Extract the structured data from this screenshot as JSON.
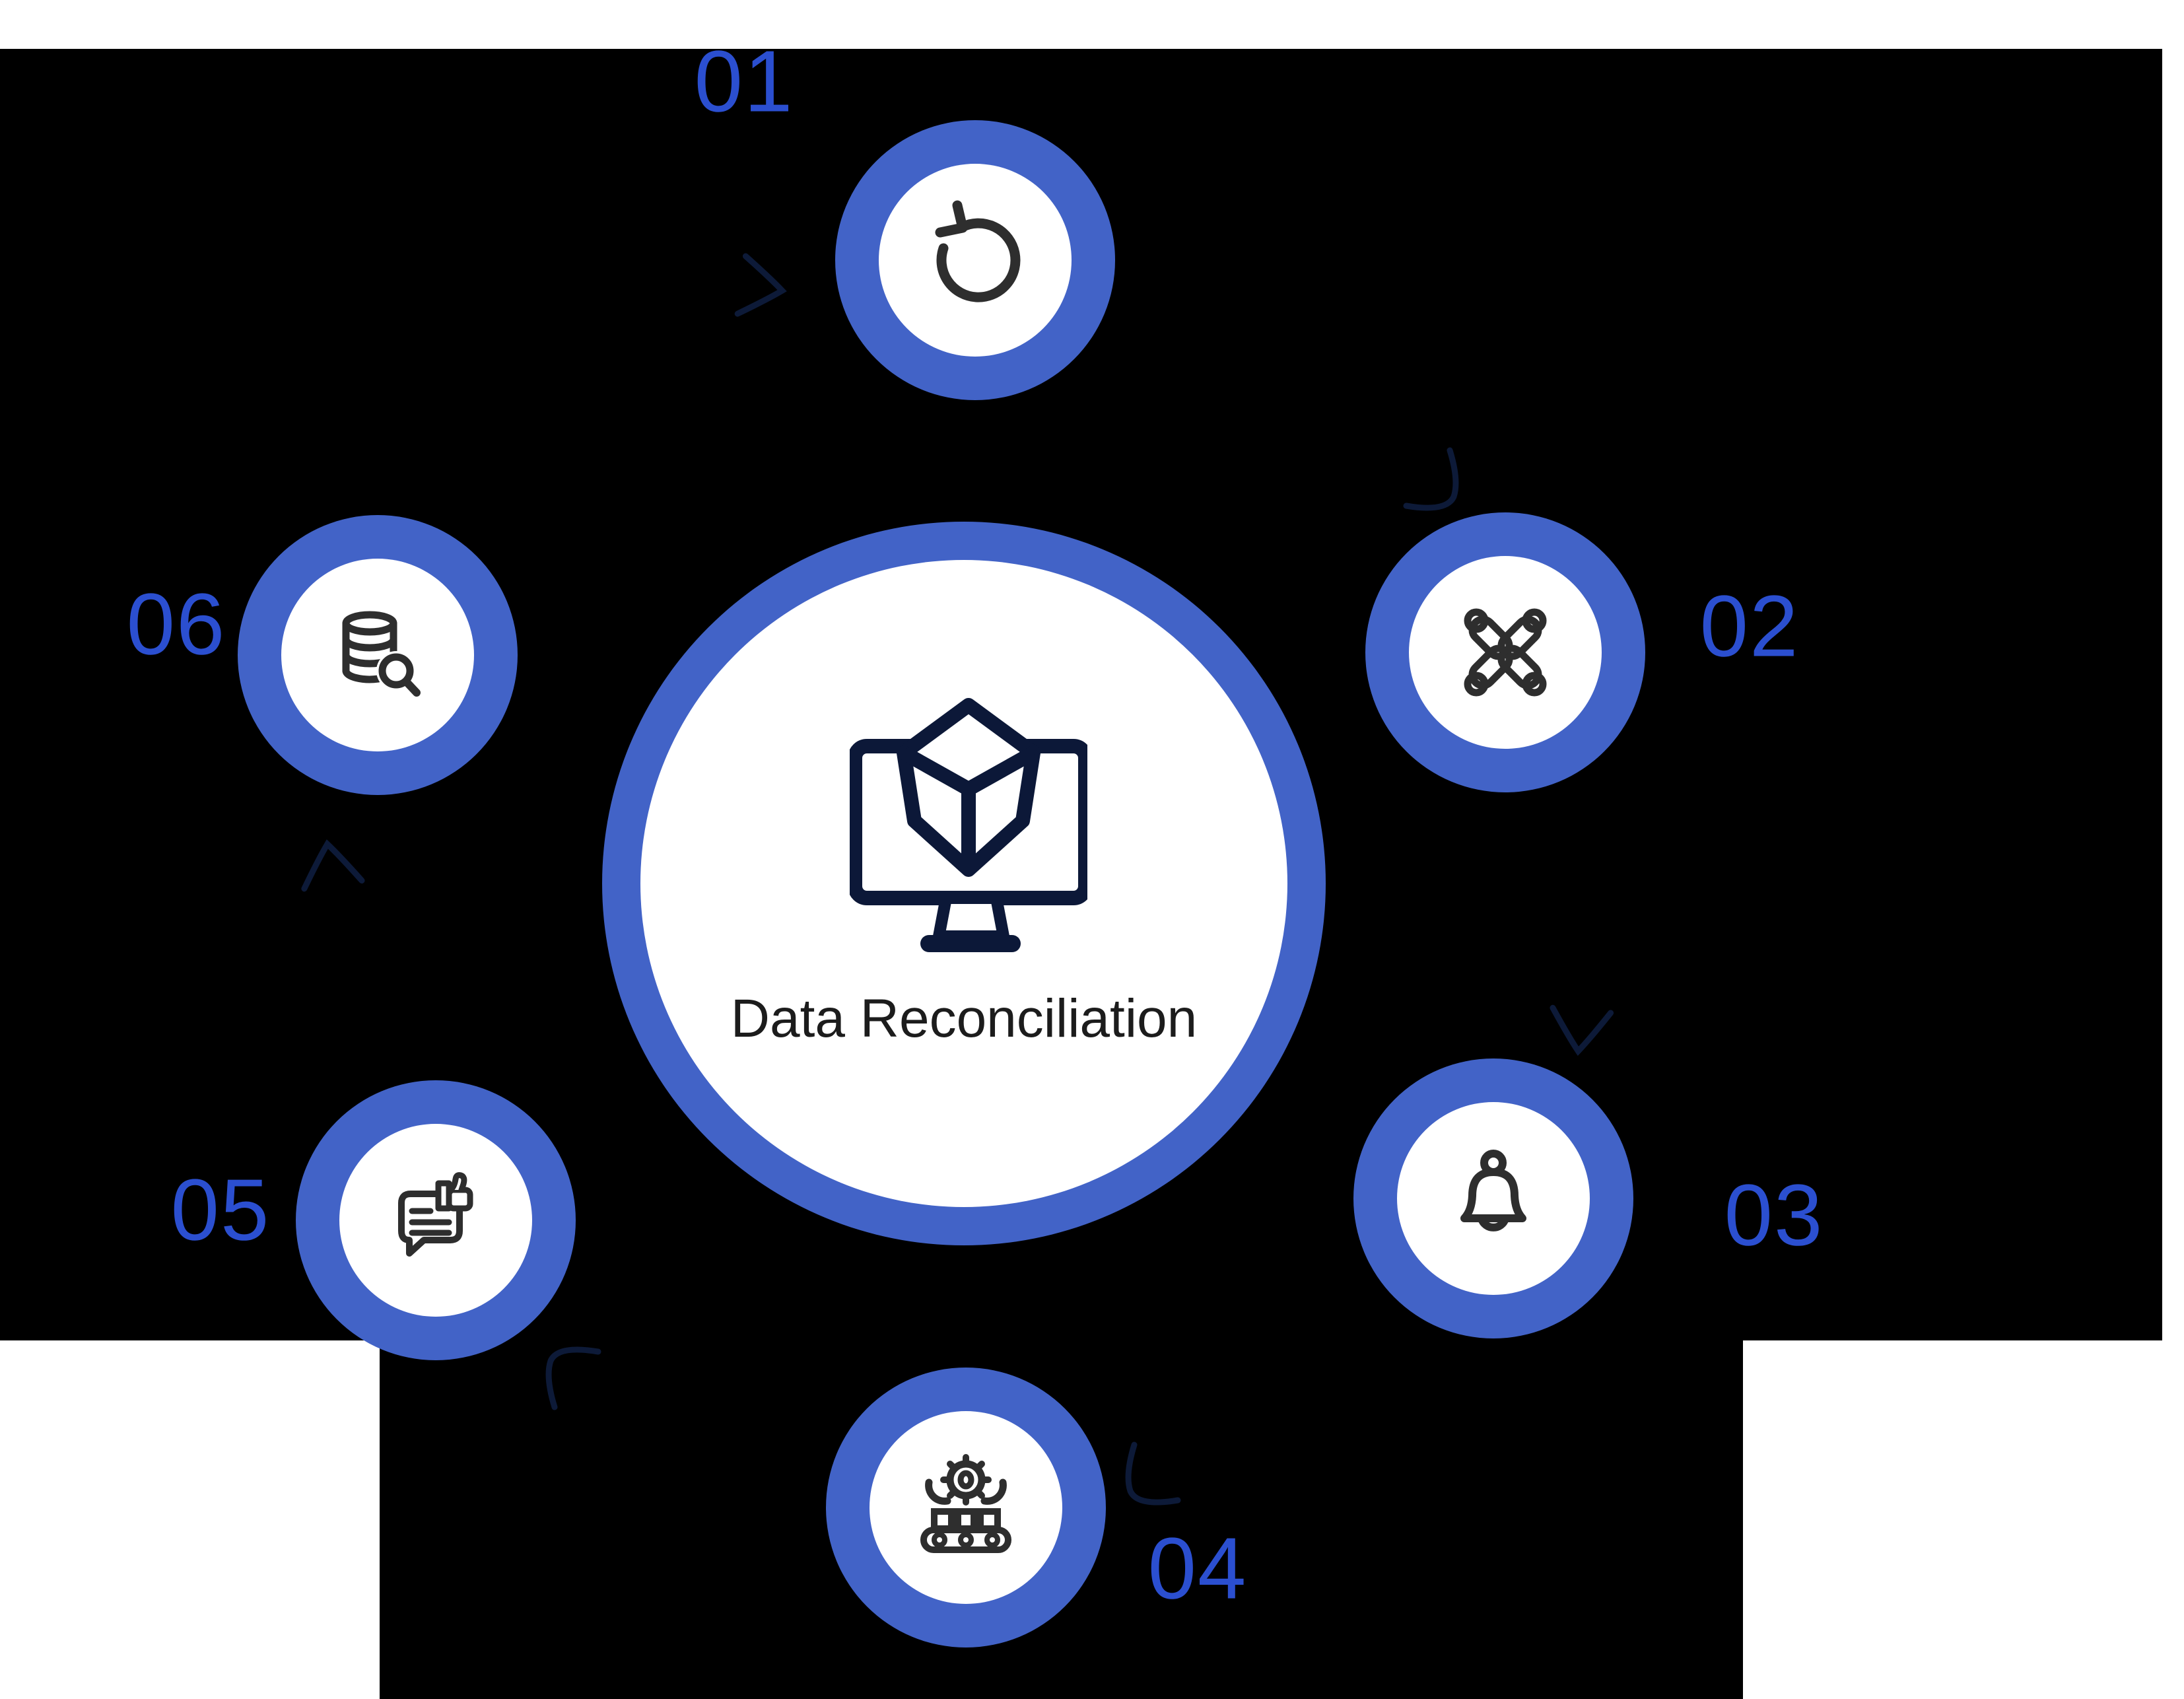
{
  "diagram": {
    "center": {
      "label": "Data Reconciliation",
      "icon": "monitor-cube-icon"
    },
    "steps": [
      {
        "number": "01",
        "icon": "refresh-icon"
      },
      {
        "number": "02",
        "icon": "team-puzzle-icon"
      },
      {
        "number": "03",
        "icon": "notification-bell-icon"
      },
      {
        "number": "04",
        "icon": "automation-conveyor-icon"
      },
      {
        "number": "05",
        "icon": "feedback-thumbs-up-icon"
      },
      {
        "number": "06",
        "icon": "database-search-icon"
      }
    ]
  },
  "colors": {
    "ring_blue": "#4263c7",
    "label_blue": "#2b4fd0",
    "arrow_navy": "#0d1a38",
    "icon_dark": "#2e2e2e",
    "center_icon_navy": "#0c1838",
    "text_dark": "#1c1c1c",
    "background_black": "#000000",
    "background_white": "#ffffff"
  }
}
